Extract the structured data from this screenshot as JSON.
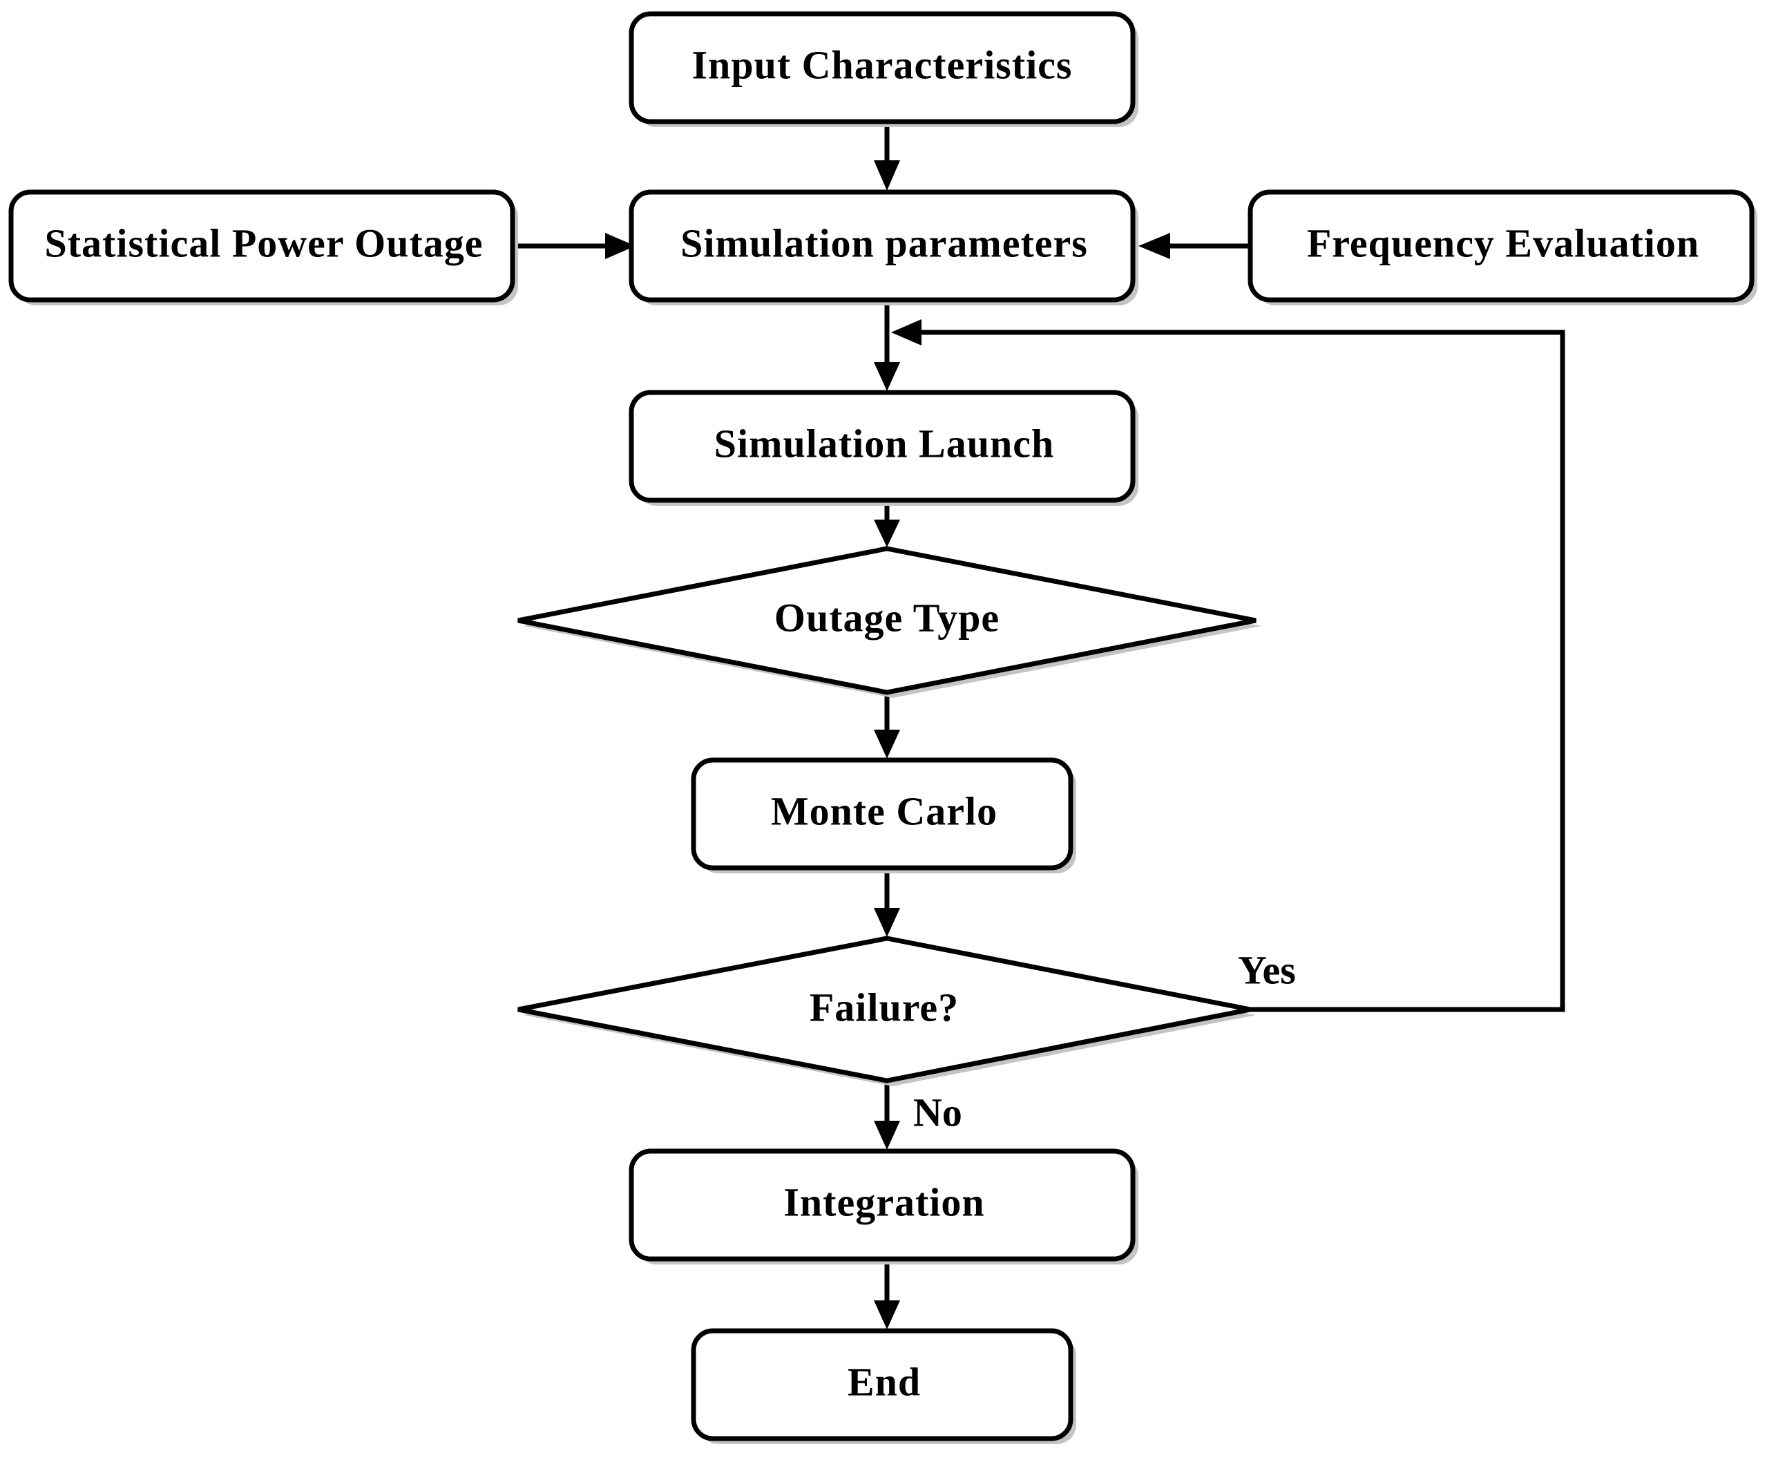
{
  "diagram": {
    "nodes": {
      "input": "Input Characteristics",
      "statistical": "Statistical Power Outage",
      "simparams": "Simulation parameters",
      "frequency": "Frequency Evaluation",
      "launch": "Simulation Launch",
      "outage": "Outage Type",
      "montecarlo": "Monte Carlo",
      "failure": "Failure?",
      "integration": "Integration",
      "end": "End"
    },
    "edge_labels": {
      "yes": "Yes",
      "no": "No"
    }
  }
}
